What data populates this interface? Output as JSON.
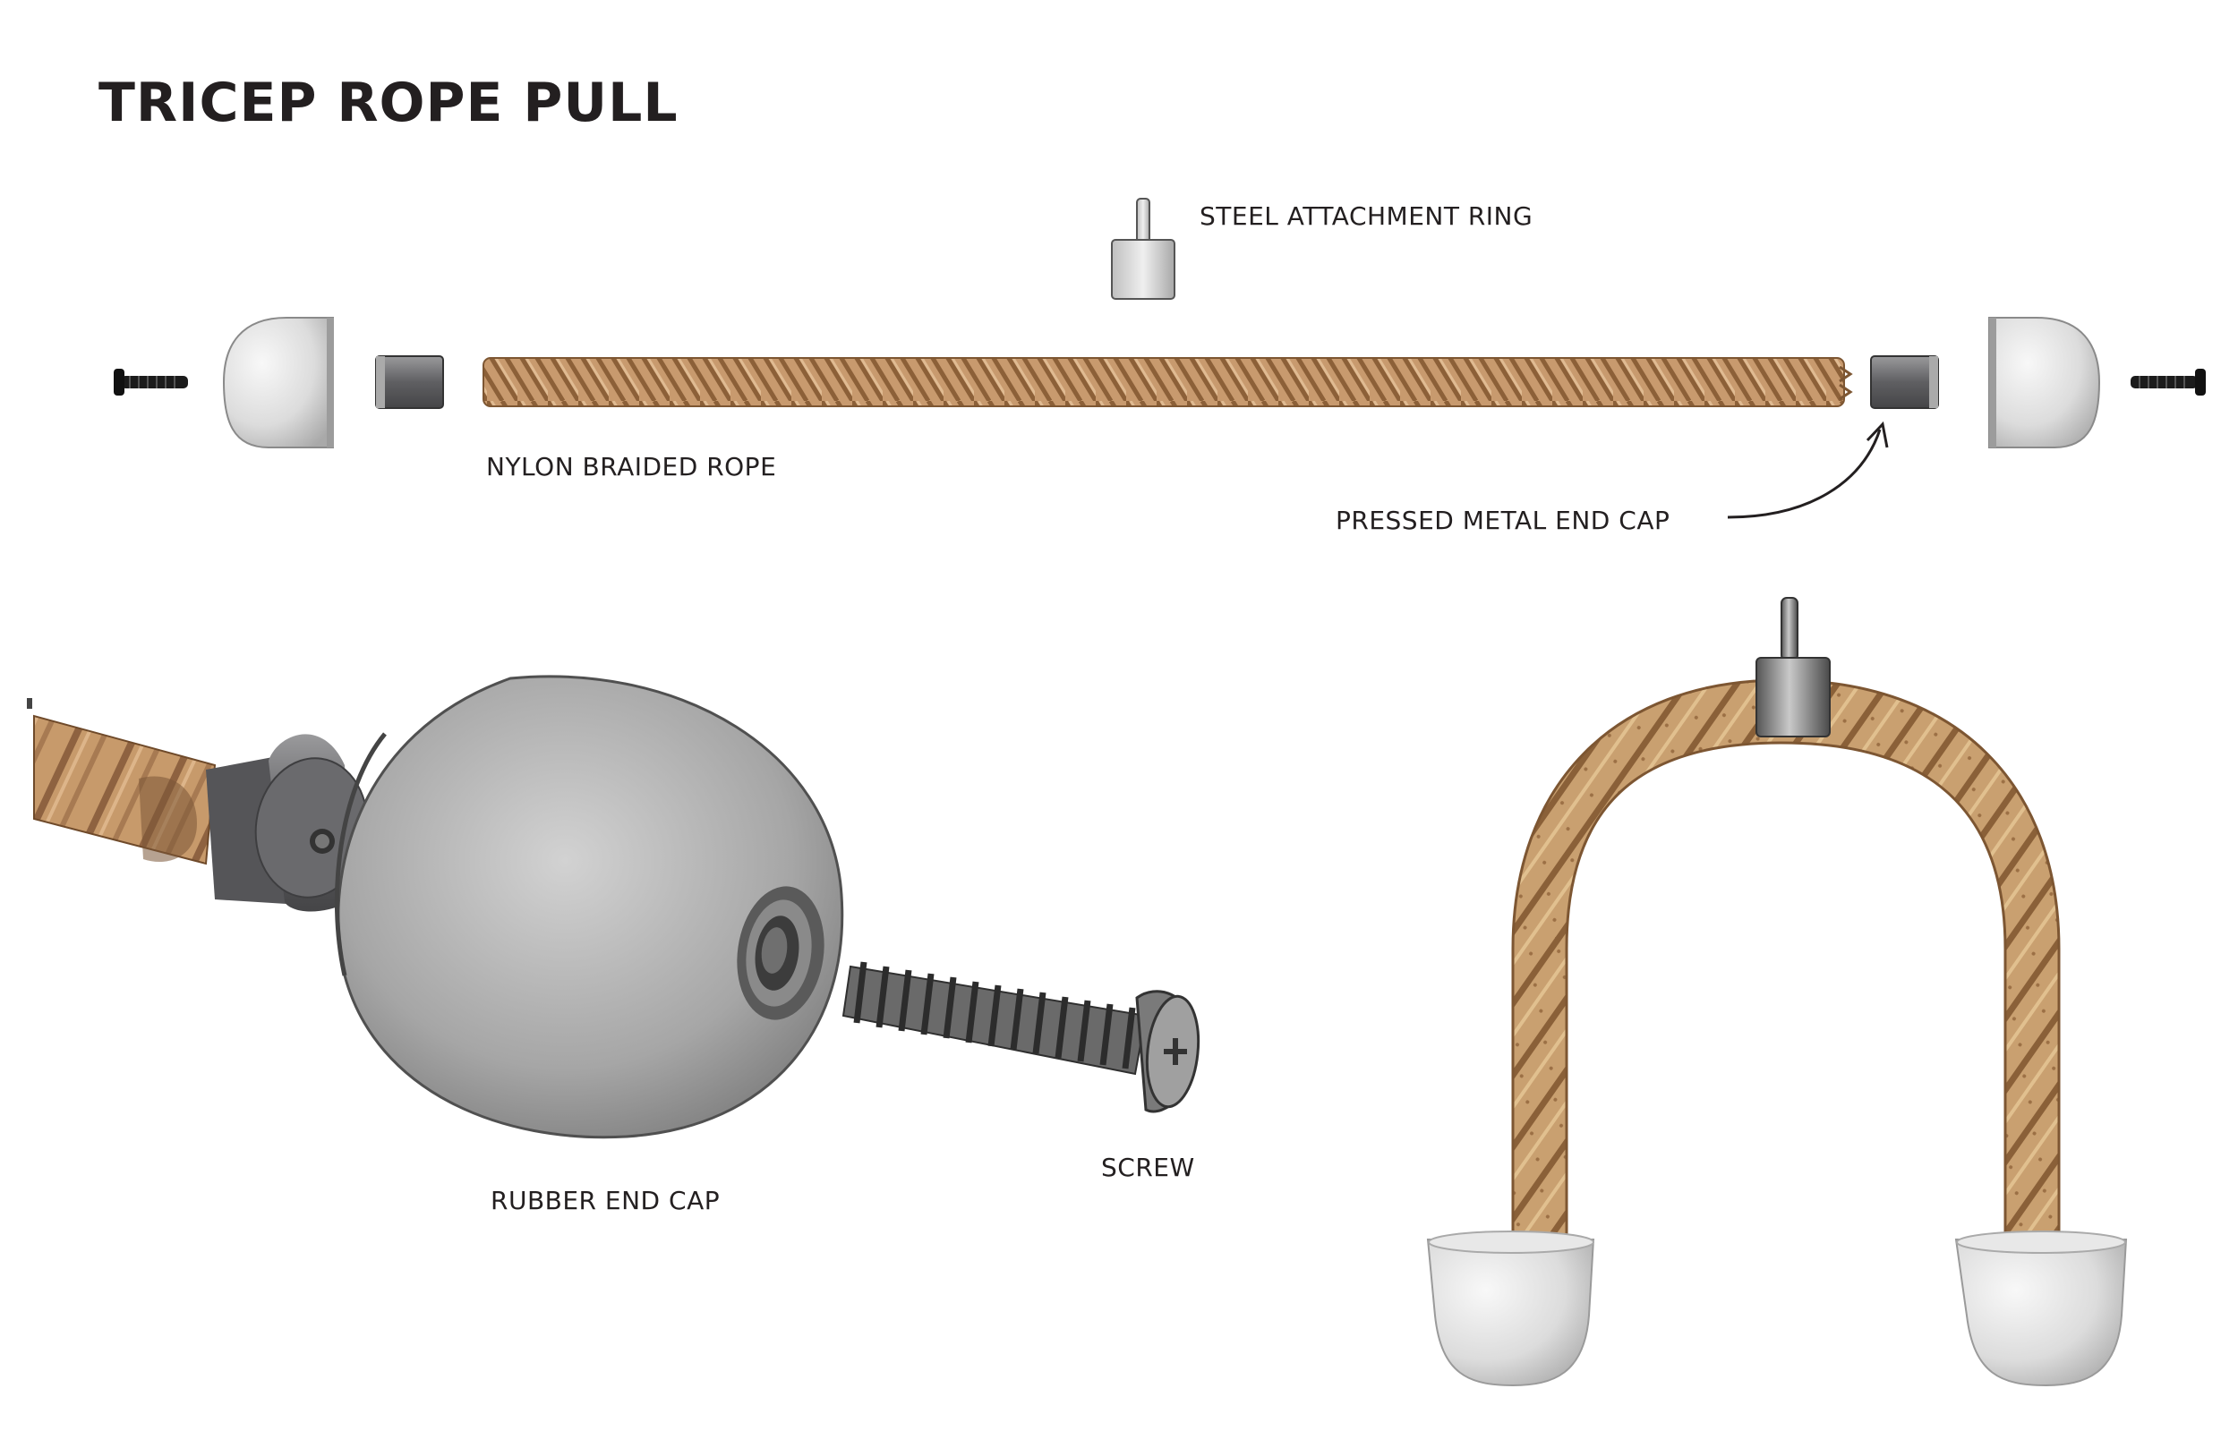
{
  "diagram": {
    "title": "TRICEP ROPE PULL",
    "labels": {
      "steel_ring": "STEEL ATTACHMENT RING",
      "nylon_rope": "NYLON BRAIDED ROPE",
      "metal_end_cap": "PRESSED METAL END CAP",
      "rubber_end_cap": "RUBBER END CAP",
      "screw": "SCREW"
    },
    "colors": {
      "rope": "#c4956a",
      "rope_dark": "#8a5f3a",
      "metal": "#6e6e70",
      "rubber": "#d6d6d6",
      "text": "#231f20"
    }
  }
}
